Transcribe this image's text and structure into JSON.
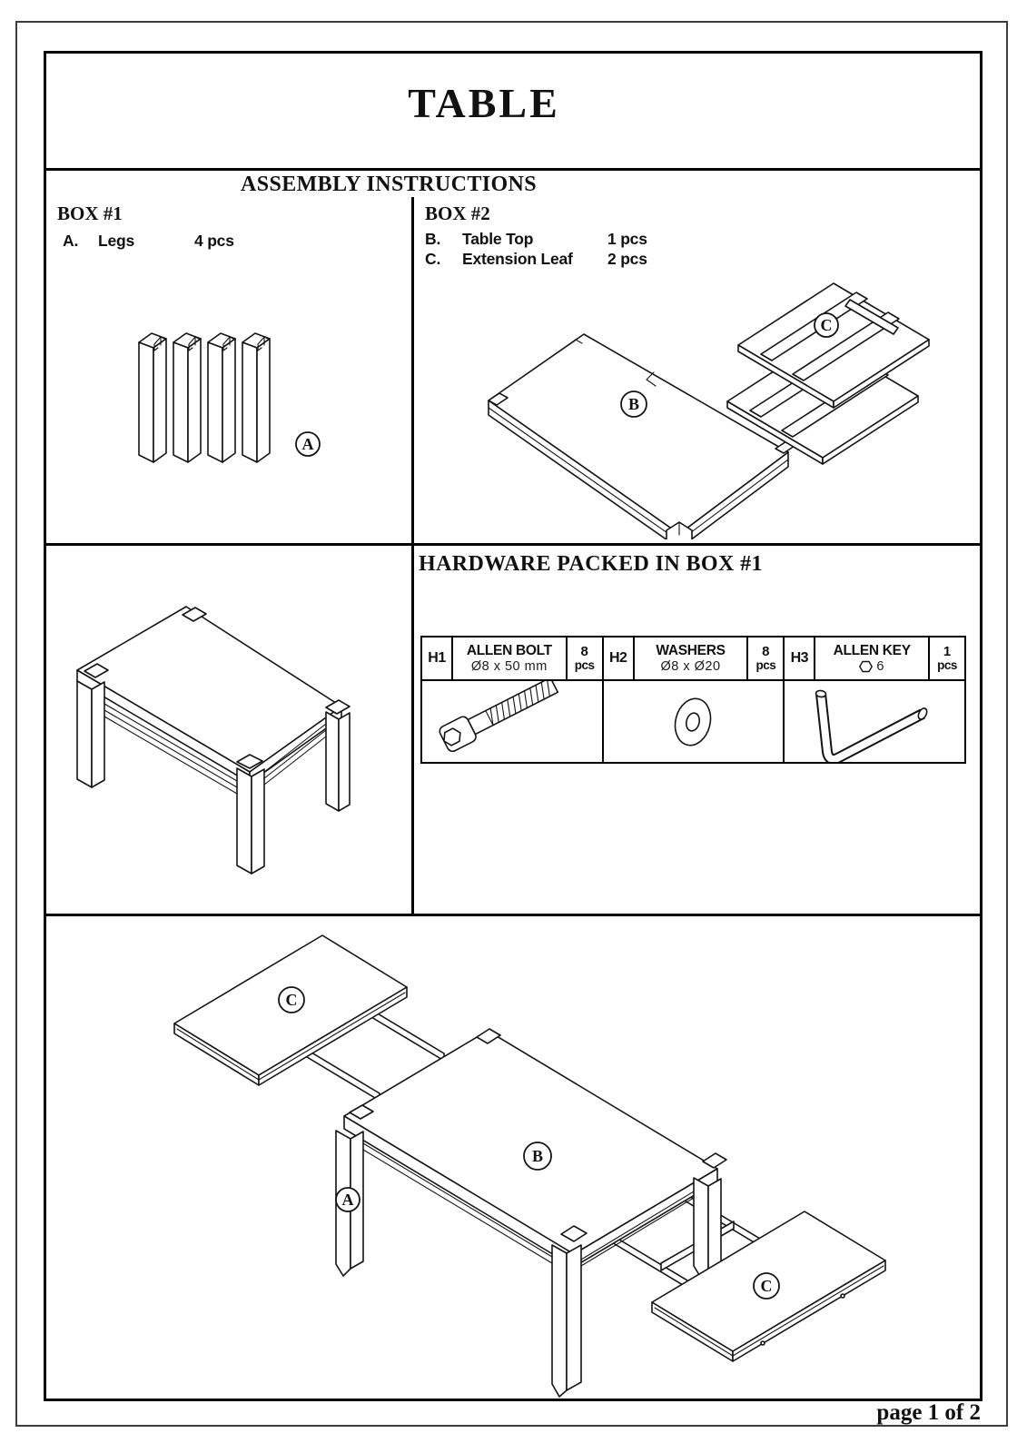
{
  "page": {
    "title": "TABLE",
    "section_heading": "ASSEMBLY INSTRUCTIONS",
    "hardware_heading": "HARDWARE PACKED IN BOX #1",
    "footer": "page 1 of 2"
  },
  "box1": {
    "heading": "BOX #1",
    "items": [
      {
        "code": "A.",
        "name": "Legs",
        "qty": "4 pcs"
      }
    ],
    "diagram_label": "A"
  },
  "box2": {
    "heading": "BOX #2",
    "items": [
      {
        "code": "B.",
        "name": "Table Top",
        "qty": "1 pcs"
      },
      {
        "code": "C.",
        "name": "Extension Leaf",
        "qty": "2 pcs"
      }
    ],
    "diagram_labels": {
      "table_top": "B",
      "extension_leaf": "C"
    }
  },
  "hardware": {
    "items": [
      {
        "code": "H1",
        "name": "ALLEN BOLT",
        "spec": "Ø8 x 50 mm",
        "qty": "8",
        "unit": "pcs",
        "icon": "allen-bolt-icon"
      },
      {
        "code": "H2",
        "name": "WASHERS",
        "spec": "Ø8 x Ø20",
        "qty": "8",
        "unit": "pcs",
        "icon": "washer-icon"
      },
      {
        "code": "H3",
        "name": "ALLEN KEY",
        "spec": "6",
        "spec_icon": "hexagon-icon",
        "qty": "1",
        "unit": "pcs",
        "icon": "allen-key-icon"
      }
    ]
  },
  "exploded": {
    "labels": {
      "extension_leaf_top": "C",
      "table_top": "B",
      "leg": "A",
      "extension_leaf_bottom": "C"
    }
  }
}
